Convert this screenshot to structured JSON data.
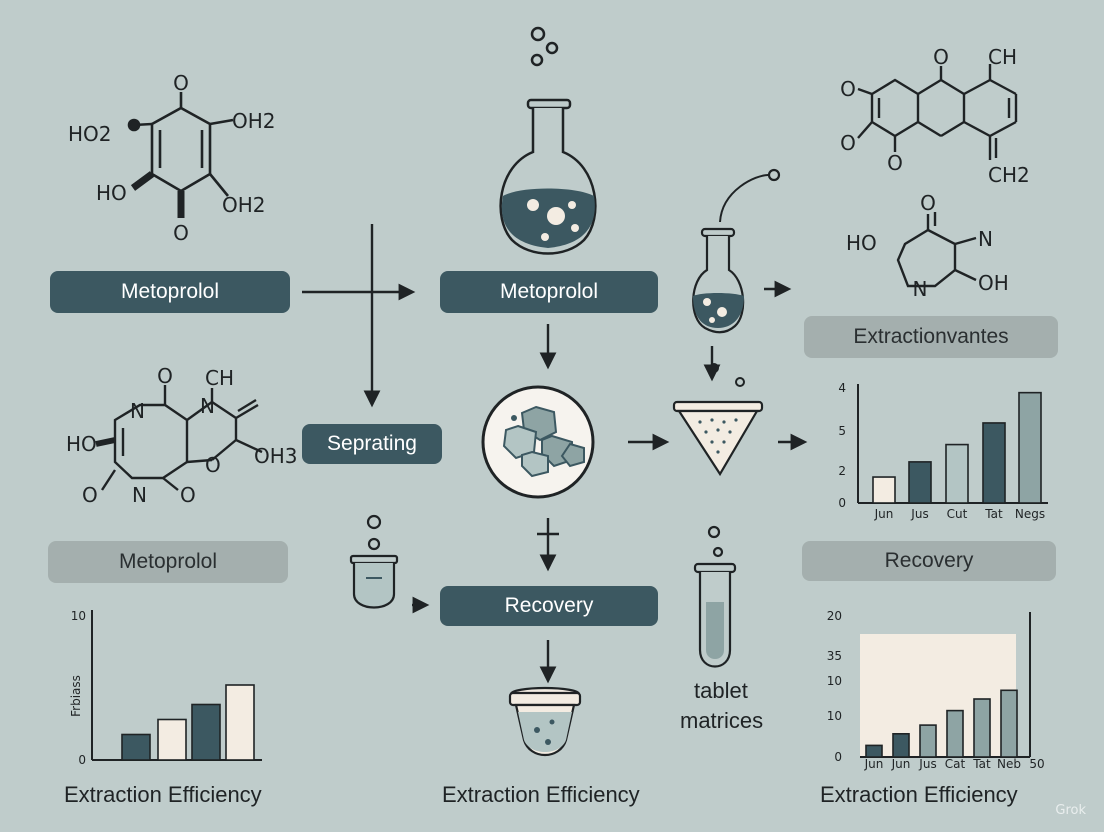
{
  "labels": {
    "metoprolol_left": "Metoprolol",
    "metoprolol_center": "Metoprolol",
    "seprating": "Seprating",
    "metoprolol_lower": "Metoprolol",
    "recovery_center": "Recovery",
    "extractionvantes": "Extractionvantes",
    "recovery_right": "Recovery",
    "tablet": "tablet",
    "matrices": "matrices"
  },
  "captions": {
    "left": "Extraction Efficiency",
    "center": "Extraction Efficiency",
    "right": "Extraction Efficiency"
  },
  "molecules": {
    "top_left": {
      "o_top": "O",
      "ho2": "HO2",
      "oh2_right": "OH2",
      "ho": "HO",
      "oh2_low": "OH2",
      "o_bottom": "O"
    },
    "mid_left": {
      "o_top": "O",
      "ch": "CH",
      "n_left": "N",
      "n_mid": "N",
      "ho": "HO",
      "o_mid": "O",
      "oh3": "OH3",
      "o_left": "O",
      "n_bottom": "N",
      "o_right": "O"
    },
    "top_right": {
      "o1": "O",
      "o2": "O",
      "o3": "O",
      "o4": "O",
      "ch": "CH",
      "ch2": "CH2"
    },
    "mid_right": {
      "o_top": "O",
      "ho": "HO",
      "n_right": "N",
      "n_bottom": "N",
      "oh": "OH"
    }
  },
  "colors": {
    "background": "#bfcccb",
    "dark_bar": "#3c5861",
    "mid_bar": "#8ea4a4",
    "light_bar": "#b3c5c4",
    "cream_bar": "#f3ece2"
  },
  "chart_data": [
    {
      "type": "bar",
      "ylabel": "Frbiass",
      "yticks": [
        "10",
        "0"
      ],
      "ylim": [
        0,
        10
      ],
      "values": [
        1.7,
        2.7,
        3.7,
        5.0
      ],
      "colors": [
        "#3c5861",
        "#f3ece2",
        "#3c5861",
        "#f3ece2"
      ],
      "grid": false
    },
    {
      "type": "bar",
      "categories": [
        "Jun",
        "Jus",
        "Cut",
        "Tat",
        "Negs"
      ],
      "yticks": [
        "4",
        "5",
        "2",
        "0"
      ],
      "ylim": [
        0,
        5.5
      ],
      "values": [
        1.2,
        1.9,
        2.7,
        3.7,
        5.1
      ],
      "colors": [
        "#f3ece2",
        "#3c5861",
        "#b3c5c4",
        "#3c5861",
        "#8ea4a4"
      ],
      "grid": false
    },
    {
      "type": "bar",
      "categories": [
        "Jun",
        "Jun",
        "Jus",
        "Cat",
        "Tat",
        "Neb",
        "50"
      ],
      "yticks": [
        "20",
        "35",
        "10",
        "10",
        "0"
      ],
      "ylim": [
        0,
        50
      ],
      "values": [
        4,
        8,
        11,
        16,
        20,
        23
      ],
      "colors": [
        "#3c5861",
        "#3c5861",
        "#8ea4a4",
        "#8ea4a4",
        "#8ea4a4",
        "#8ea4a4"
      ],
      "grid": false
    }
  ],
  "watermark": "Grok"
}
